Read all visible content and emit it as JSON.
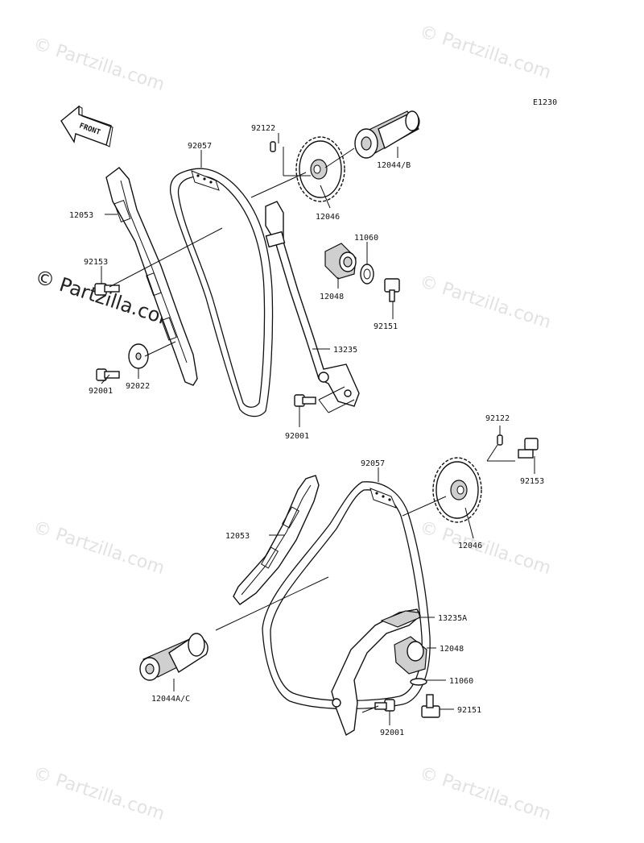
{
  "diagram_code": "E1230",
  "front_label": "FRONT",
  "watermark": "© Partzilla.com",
  "watermark_big": "© Partzilla.com",
  "labels": {
    "l_92122_top": "92122",
    "l_92057_top": "92057",
    "l_12044B": "12044/B",
    "l_12046_top": "12046",
    "l_12053_top": "12053",
    "l_11060_top": "11060",
    "l_92153_top": "92153",
    "l_12048_top": "12048",
    "l_92151_top": "92151",
    "l_13235": "13235",
    "l_92001_left": "92001",
    "l_92022": "92022",
    "l_92001_mid": "92001",
    "l_92122_bot": "92122",
    "l_92057_bot": "92057",
    "l_92153_bot": "92153",
    "l_12053_bot": "12053",
    "l_12046_bot": "12046",
    "l_13235A": "13235A",
    "l_12048_bot": "12048",
    "l_11060_bot": "11060",
    "l_92151_bot": "92151",
    "l_92001_bot": "92001",
    "l_12044AC": "12044A/C"
  }
}
